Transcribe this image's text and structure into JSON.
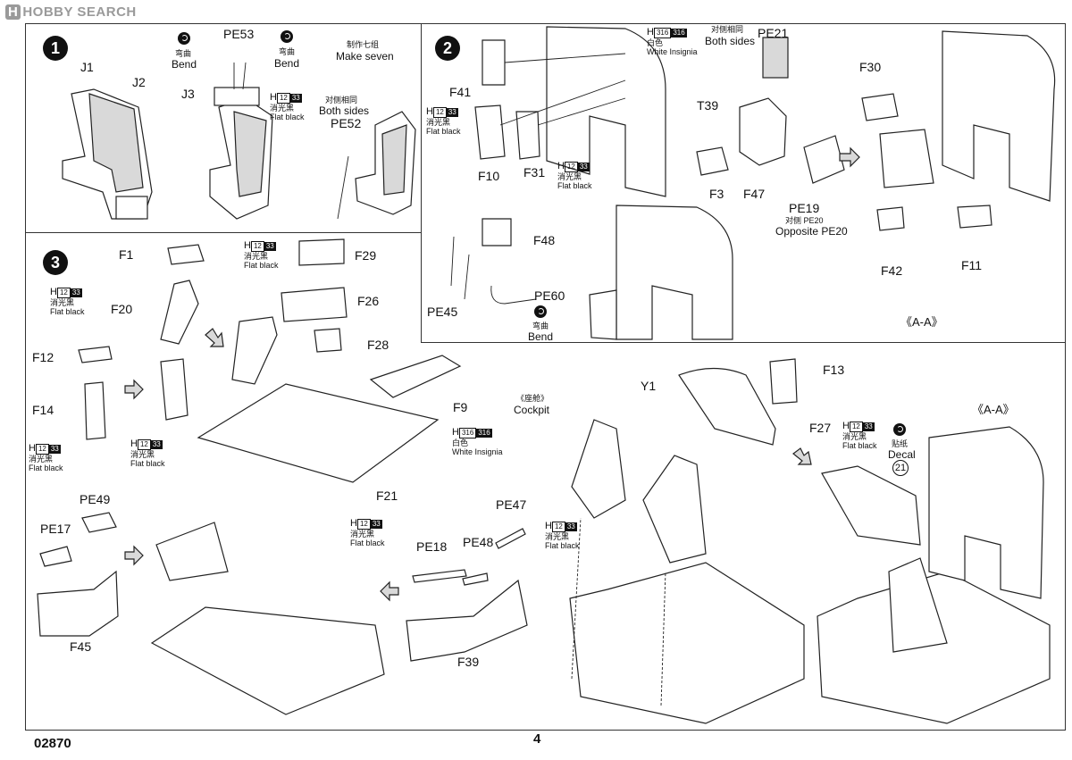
{
  "watermark": "HOBBY SEARCH",
  "footer": {
    "code": "02870",
    "page": "4"
  },
  "steps": [
    "1",
    "2",
    "3"
  ],
  "paint_codes": {
    "h12": "12",
    "h33": "33",
    "h316a": "316",
    "h316b": "316",
    "prefix": "H"
  },
  "step1": {
    "parts": {
      "J1": "J1",
      "J2": "J2",
      "J3": "J3",
      "PE53": "PE53",
      "PE52": "PE52"
    },
    "bend_cn": "弯曲",
    "bend_en": "Bend",
    "make_cn": "制作七组",
    "make_en": "Make seven",
    "both_cn": "对侧相同",
    "both_en": "Both sides",
    "flat_cn": "消光黑",
    "flat_en": "Flat black"
  },
  "step2": {
    "parts": {
      "F41": "F41",
      "F10": "F10",
      "F31": "F31",
      "T39": "T39",
      "F3": "F3",
      "F47": "F47",
      "PE19": "PE19",
      "F30": "F30",
      "F42": "F42",
      "F11": "F11",
      "PE21": "PE21",
      "F48": "F48",
      "PE45": "PE45",
      "PE60": "PE60"
    },
    "white_cn": "白色",
    "white_en": "White Insignia",
    "both_cn": "对侧相同",
    "both_en": "Both sides",
    "flat_cn": "消光黑",
    "flat_en": "Flat black",
    "opp_cn": "对侧 PE20",
    "opp_en": "Opposite PE20",
    "bend_cn": "弯曲",
    "bend_en": "Bend",
    "section": "《A-A》"
  },
  "step3": {
    "parts": {
      "F1": "F1",
      "F20": "F20",
      "F12": "F12",
      "F14": "F14",
      "F29": "F29",
      "F26": "F26",
      "F28": "F28",
      "F9": "F9",
      "F21": "F21",
      "PE49": "PE49",
      "PE17": "PE17",
      "F45": "F45",
      "PE18": "PE18",
      "PE48": "PE48",
      "PE47": "PE47",
      "F39": "F39",
      "Y1": "Y1",
      "F13": "F13",
      "F27": "F27"
    },
    "flat_cn": "消光黑",
    "flat_en": "Flat black",
    "cockpit_cn": "《座舱》",
    "cockpit_en": "Cockpit",
    "white_cn": "白色",
    "white_en": "White Insignia",
    "decal_cn": "贴纸",
    "decal_en": "Decal",
    "decal_no": "21",
    "section": "《A-A》"
  }
}
